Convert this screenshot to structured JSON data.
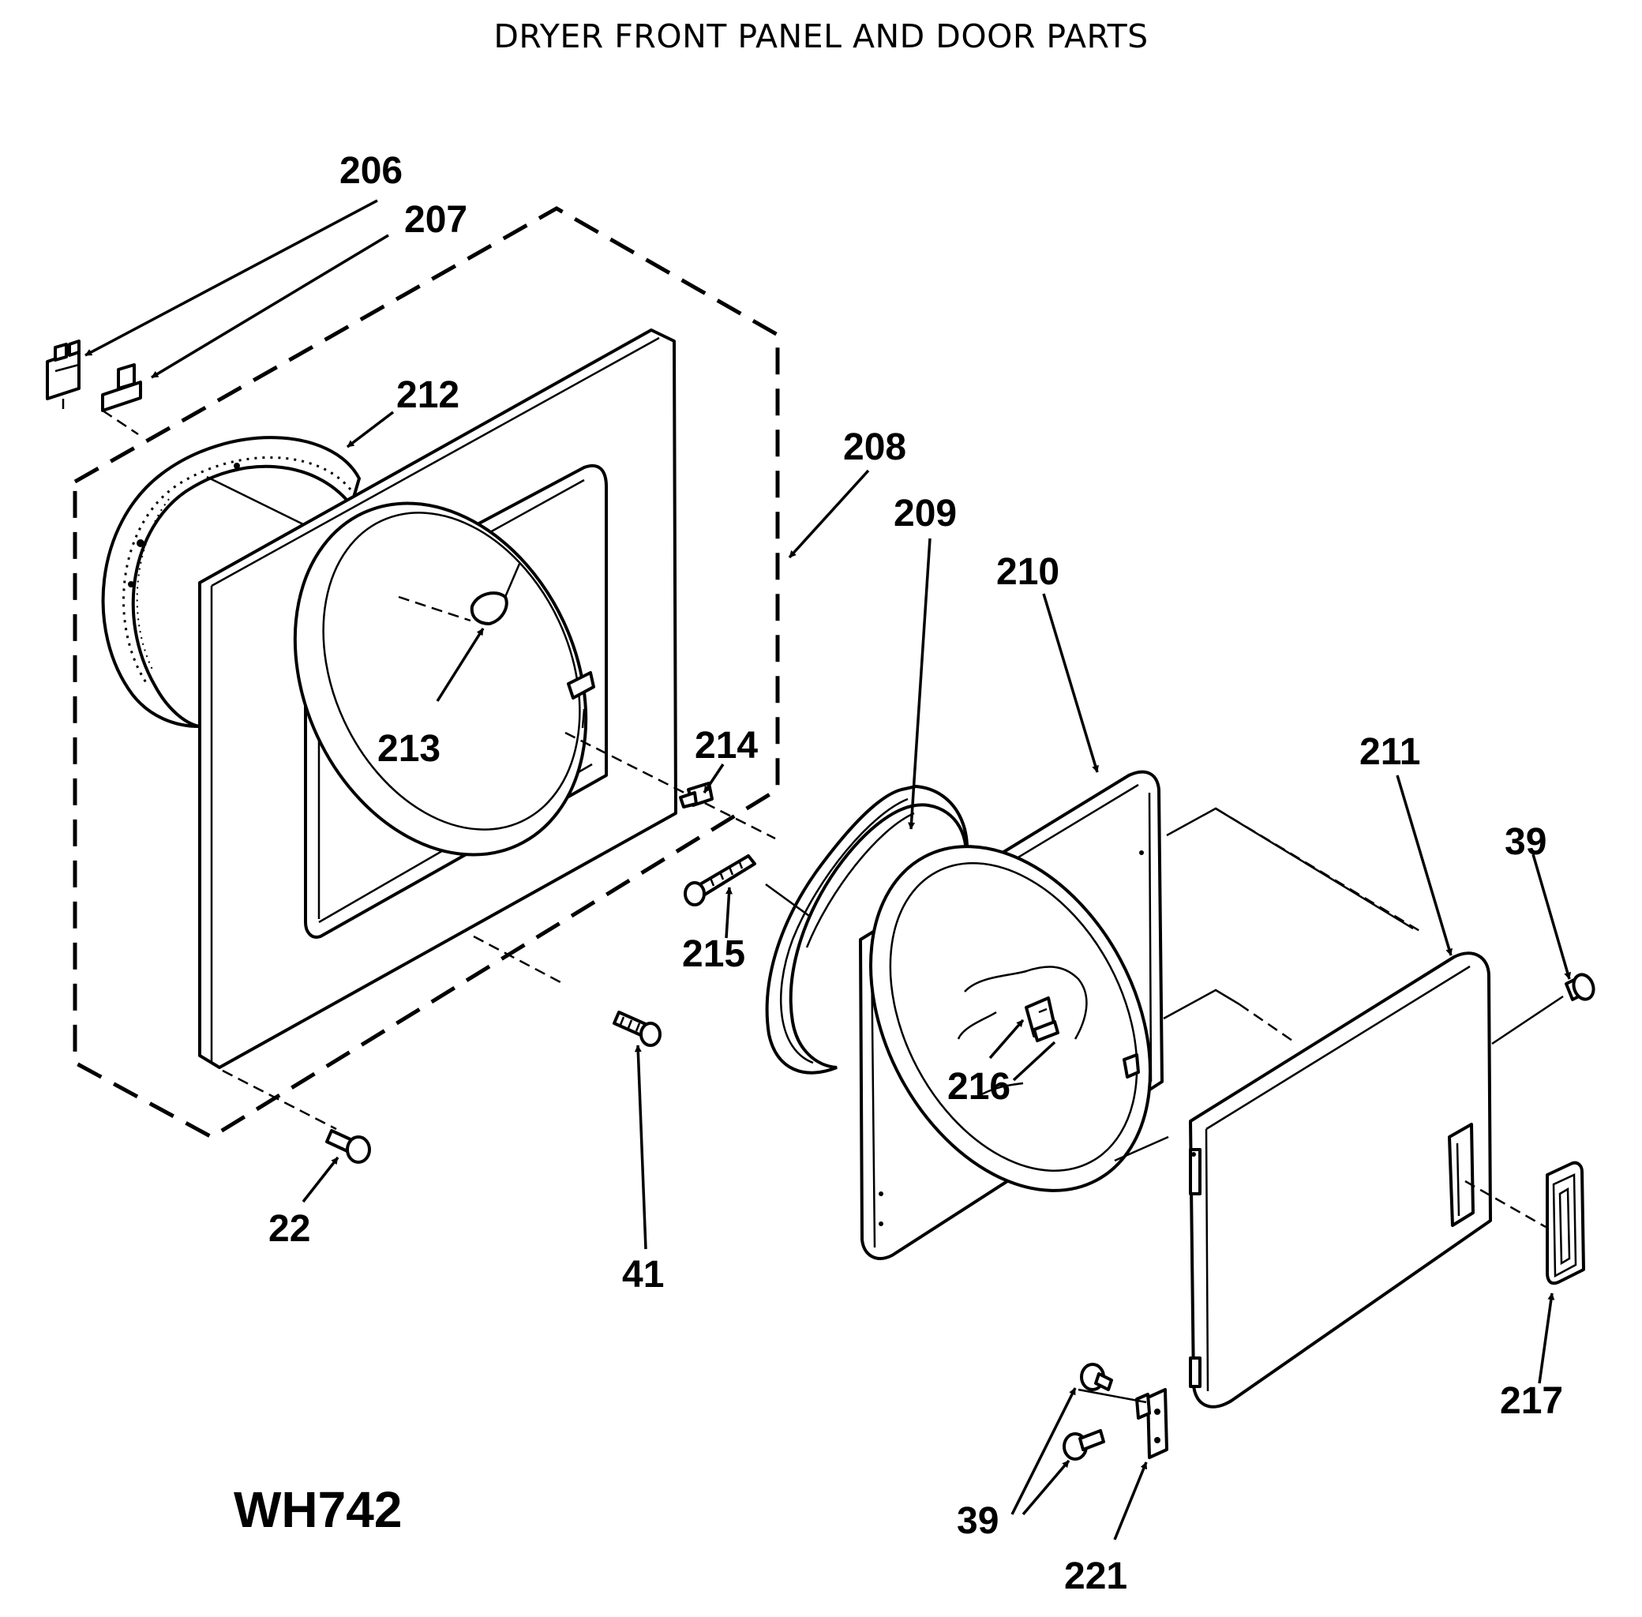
{
  "title": "DRYER FRONT PANEL AND DOOR PARTS",
  "model": "WH742",
  "callouts": {
    "c206": "206",
    "c207": "207",
    "c208": "208",
    "c209": "209",
    "c210": "210",
    "c211": "211",
    "c212": "212",
    "c213": "213",
    "c214": "214",
    "c215": "215",
    "c216": "216",
    "c217": "217",
    "c221": "221",
    "c22": "22",
    "c41": "41",
    "c39a": "39",
    "c39b": "39"
  }
}
